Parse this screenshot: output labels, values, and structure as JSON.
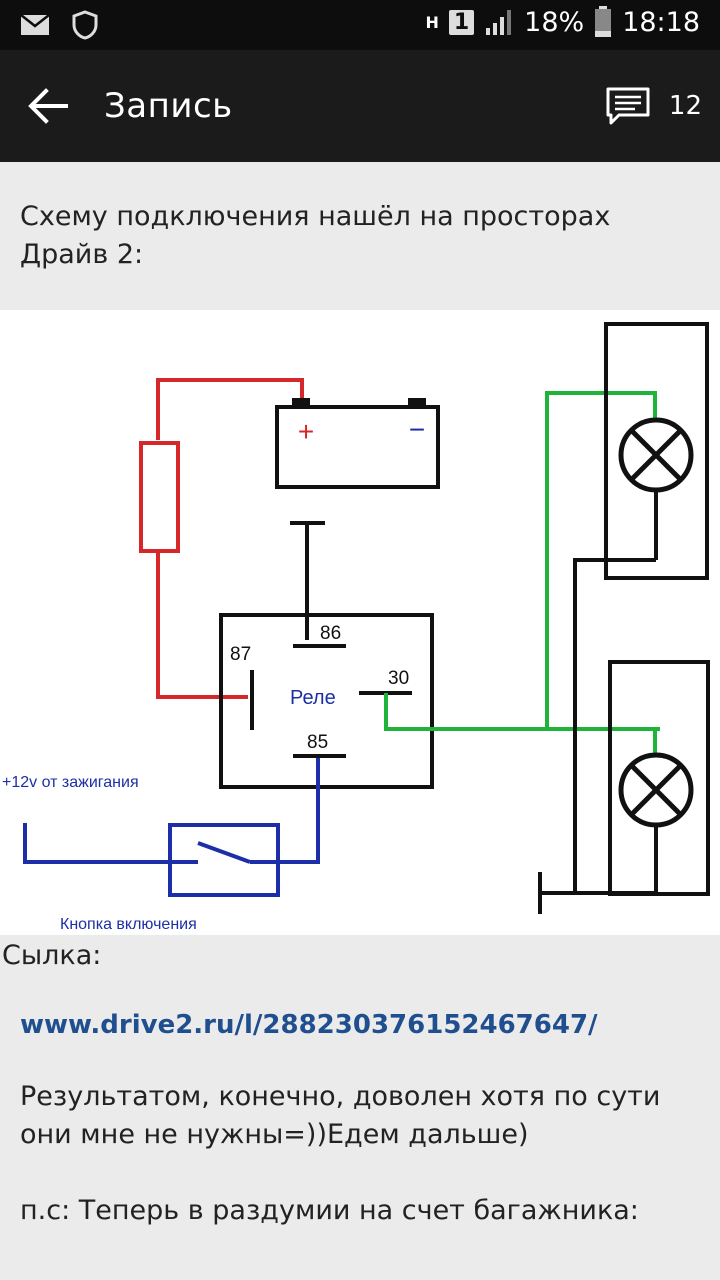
{
  "status_bar": {
    "battery": "18%",
    "time": "18:18",
    "network": "H",
    "sim": "1"
  },
  "app_bar": {
    "title": "Запись",
    "comments_count": "12"
  },
  "post": {
    "intro": "Схему подключения нашёл на просторах Драйв 2:",
    "link_label": "Сылка:",
    "link_url": "www.drive2.ru/l/288230376152467647/",
    "result": "Результатом, конечно, доволен хотя по сути они мне не нужны=))Едем дальше)",
    "ps": "п.с: Теперь в раздумии на счет багажника:"
  },
  "diagram": {
    "plus": "+",
    "minus": "−",
    "pin86": "86",
    "pin87": "87",
    "pin30": "30",
    "pin85": "85",
    "relay": "Реле",
    "ignition": "+12v от зажигания",
    "button": "Кнопка включения"
  },
  "colors": {
    "status_bg": "#0d0d0d",
    "appbar_bg": "#1b1b1b",
    "page_bg": "#ebebeb",
    "wire_red": "#d62828",
    "wire_green": "#1fb33a",
    "wire_blue": "#1c2fa8",
    "link": "#1f4f8f"
  }
}
